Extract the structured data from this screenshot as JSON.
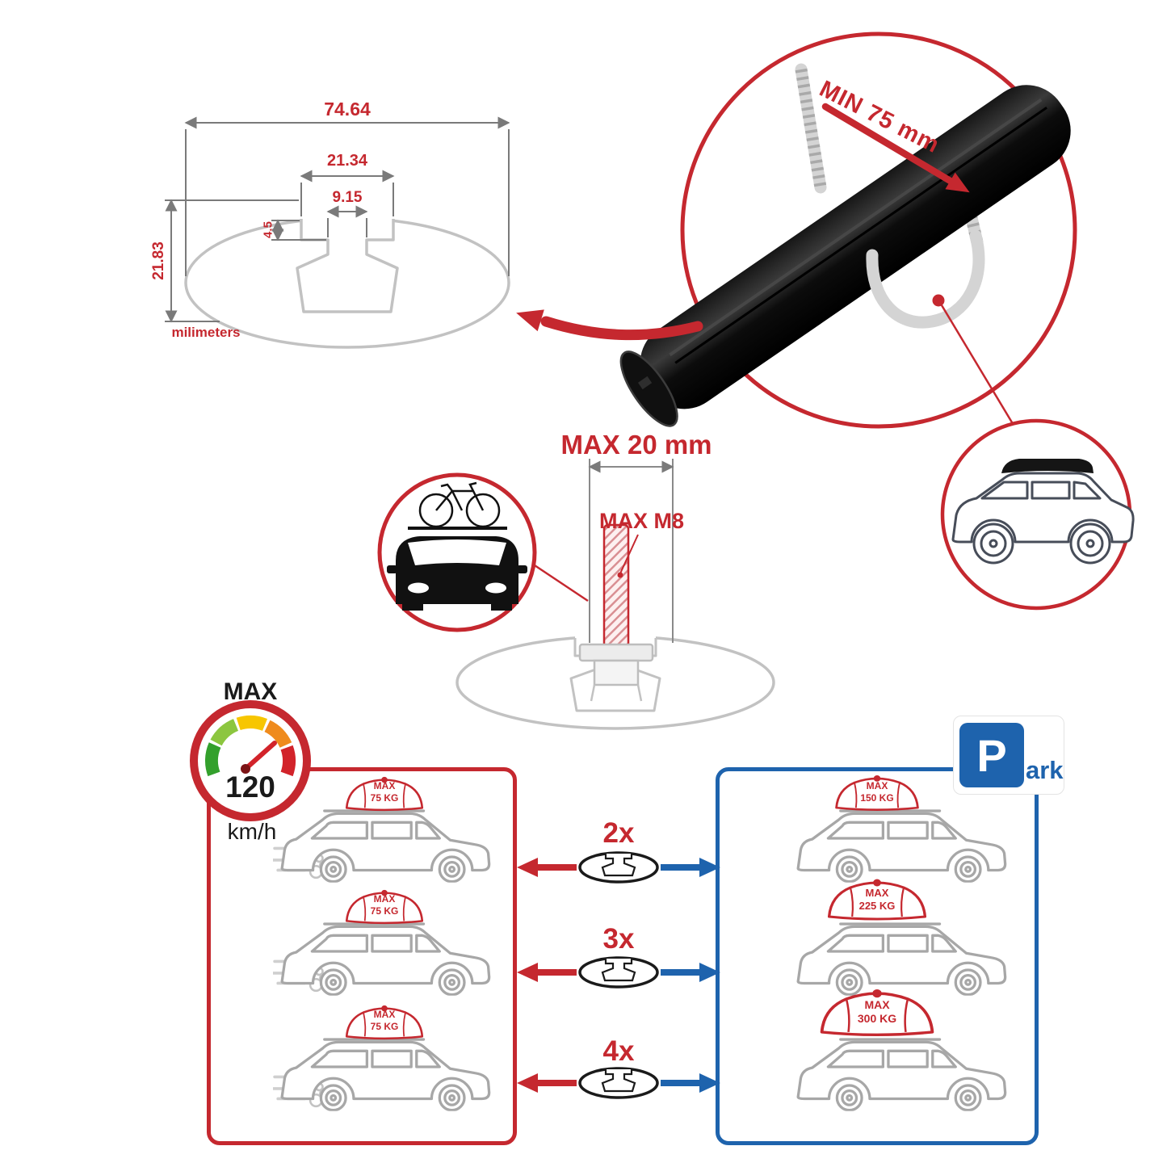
{
  "colors": {
    "red": "#c5282f",
    "blue": "#1e63ad",
    "gray": "#c2c2c2",
    "black": "#111111"
  },
  "profile": {
    "total_width": "74.64",
    "slot_outer": "21.34",
    "slot_inner": "9.15",
    "lip_depth": "4.5",
    "total_height": "21.83",
    "unit": "milimeters"
  },
  "clamp": {
    "min_span": "MIN 75 mm"
  },
  "bolt": {
    "max_length": "MAX 20 mm",
    "max_thread": "MAX M8"
  },
  "speed": {
    "label": "MAX",
    "value": "120",
    "unit": "km/h"
  },
  "multipliers": [
    "2x",
    "3x",
    "4x"
  ],
  "moving_cars": [
    {
      "line1": "MAX",
      "line2": "75 KG"
    },
    {
      "line1": "MAX",
      "line2": "75 KG"
    },
    {
      "line1": "MAX",
      "line2": "75 KG"
    }
  ],
  "parked_cars": [
    {
      "line1": "MAX",
      "line2": "150 KG"
    },
    {
      "line1": "MAX",
      "line2": "225 KG"
    },
    {
      "line1": "MAX",
      "line2": "300 KG"
    }
  ],
  "park": {
    "p": "P",
    "suffix": "ark"
  }
}
